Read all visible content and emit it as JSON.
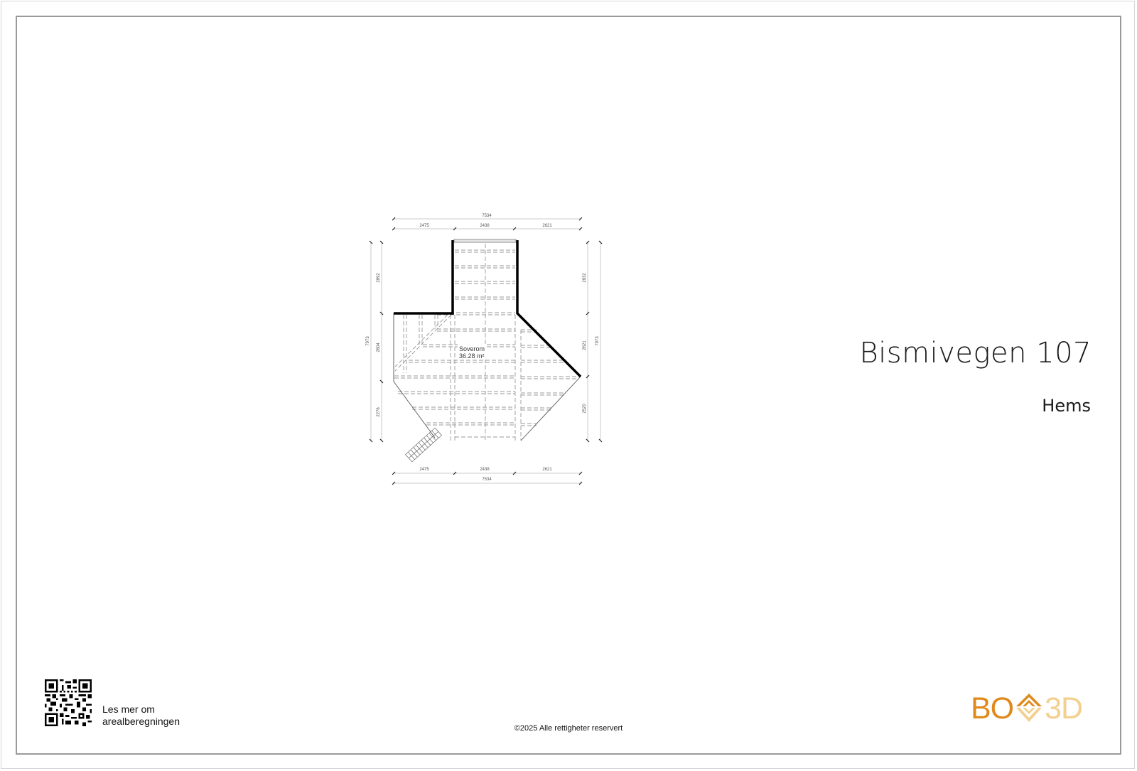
{
  "header": {
    "title": "Bismivegen 107",
    "subtitle": "Hems"
  },
  "plan": {
    "room": {
      "name": "Soverom",
      "area": "36.28 m²"
    },
    "dimensions": {
      "top_total": "7534",
      "top_segments": [
        "2475",
        "2438",
        "2621"
      ],
      "bottom_total": "7534",
      "bottom_segments": [
        "2475",
        "2438",
        "2621"
      ],
      "left_total": "7973",
      "left_segments": [
        "2892",
        "2804",
        "2276"
      ],
      "right_total": "7973",
      "right_segments": [
        "2832",
        "2621",
        "2520"
      ]
    }
  },
  "footer": {
    "qr_label_line1": "Les mer om",
    "qr_label_line2": "arealberegningen",
    "copyright": "©2025 Alle rettigheter reservert",
    "logo_left": "BO",
    "logo_right": "3D"
  },
  "colors": {
    "logo_primary": "#e08a1c",
    "logo_secondary": "#f3d08f",
    "wall": "#000000",
    "frame": "#9a9a9a"
  }
}
